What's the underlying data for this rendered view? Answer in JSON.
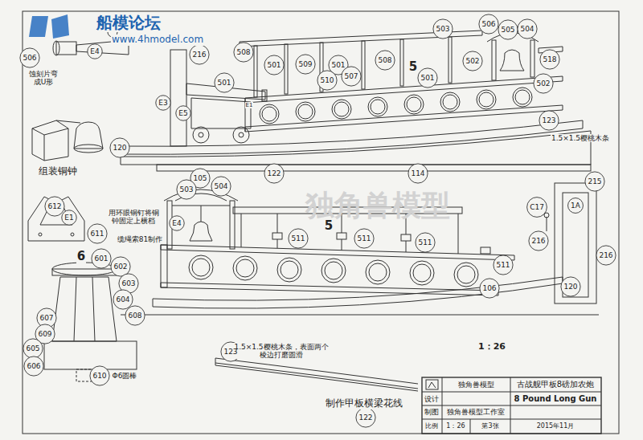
{
  "diagram": {
    "labels": [
      "船模论坛",
      "www.4hmodel.com",
      "506",
      "E4",
      "蚀刻片弯成U形",
      "组装铜钟",
      "216",
      "508",
      "501",
      "501",
      "509",
      "501",
      "508",
      "5",
      "510",
      "507",
      "501",
      "503",
      "506",
      "505",
      "504",
      "502",
      "518",
      "502",
      "E3",
      "E5",
      "E1",
      "123",
      "1.5×1.5樱桃木条",
      "120",
      "105",
      "122",
      "114",
      "独角兽模型",
      "503",
      "504",
      "215",
      "C17",
      "1A",
      "612",
      "E1",
      "611",
      "E4",
      "用环眼铜钉将铜钟固定上横档",
      "缆绳索81制作",
      "5",
      "216",
      "511",
      "511",
      "511",
      "216",
      "6",
      "601",
      "602",
      "603",
      "511",
      "604",
      "106",
      "120",
      "608",
      "607",
      "609",
      "1：26",
      "1.5×1.5樱桃木条，表面两个棱边打磨圆滑",
      "605",
      "123",
      "606",
      "610",
      "Φ6圆棒",
      "独角兽模型",
      "古战舰甲板8磅加农炮",
      "设计",
      "8 Pound Long Gun",
      "制作甲板横梁花线",
      "制图",
      "独角兽模型工作室",
      "122",
      "比例",
      "1：26",
      "第3张",
      "2015年11月"
    ]
  }
}
